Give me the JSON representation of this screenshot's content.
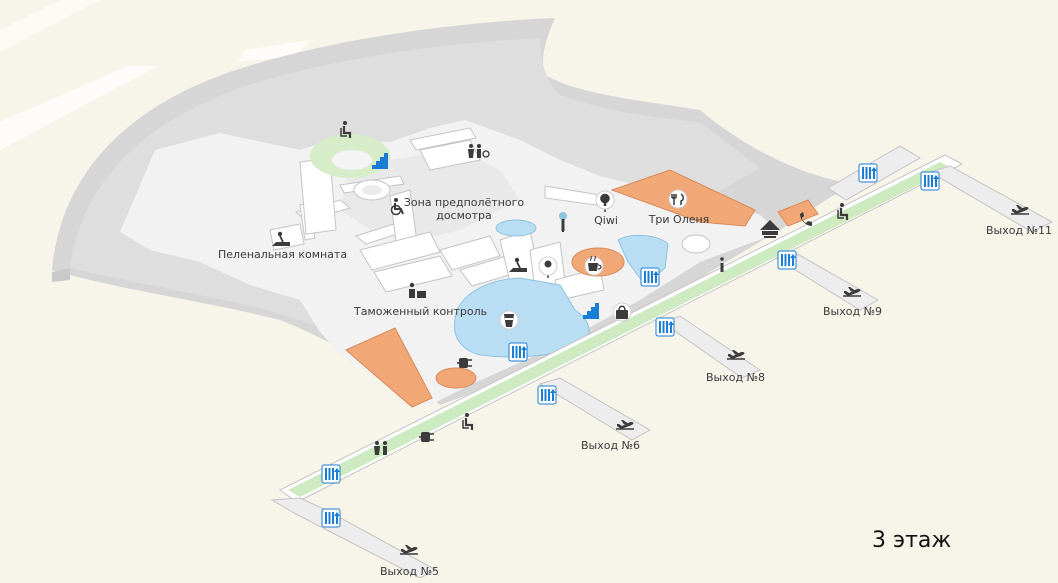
{
  "floor_label": "3 этаж",
  "places": {
    "security": "Зона предполётного досмотра",
    "security_l1": "Зона предполётного",
    "security_l2": "досмотра",
    "baby": "Пеленальная комната",
    "customs": "Таможенный контроль",
    "qiwi": "Qiwi",
    "restaurant": "Три Оленя"
  },
  "gates": {
    "g5": "Выход №5",
    "g6": "Выход №6",
    "g8": "Выход №8",
    "g9": "Выход №9",
    "g11": "Выход №11"
  },
  "icons": {
    "wc": "wc-icon",
    "family_wc": "family-wc-icon",
    "wheelchair": "wheelchair-icon",
    "baby": "baby-change-icon",
    "customs": "customs-icon",
    "info": "info-icon",
    "atm": "atm-icon",
    "cafe": "coffee-cup-icon",
    "restaurant": "fork-knife-icon",
    "drink": "drink-icon",
    "bag": "shopping-bag-icon",
    "charge": "charging-icon",
    "phone": "phone-icon",
    "lounge": "seat-icon",
    "stairs": "stairs-icon",
    "escalator": "escalator-icon",
    "departure": "departure-plane-icon"
  },
  "colors": {
    "background": "#f7f4ea",
    "building": "#dcdcdc",
    "floor": "#f4f4f4",
    "corridor": "#cdeac0",
    "shop": "#f2a777",
    "water_zone": "#b9def3",
    "icon_blue": "#1b7ed6",
    "icon_dark": "#3b3b3b"
  }
}
